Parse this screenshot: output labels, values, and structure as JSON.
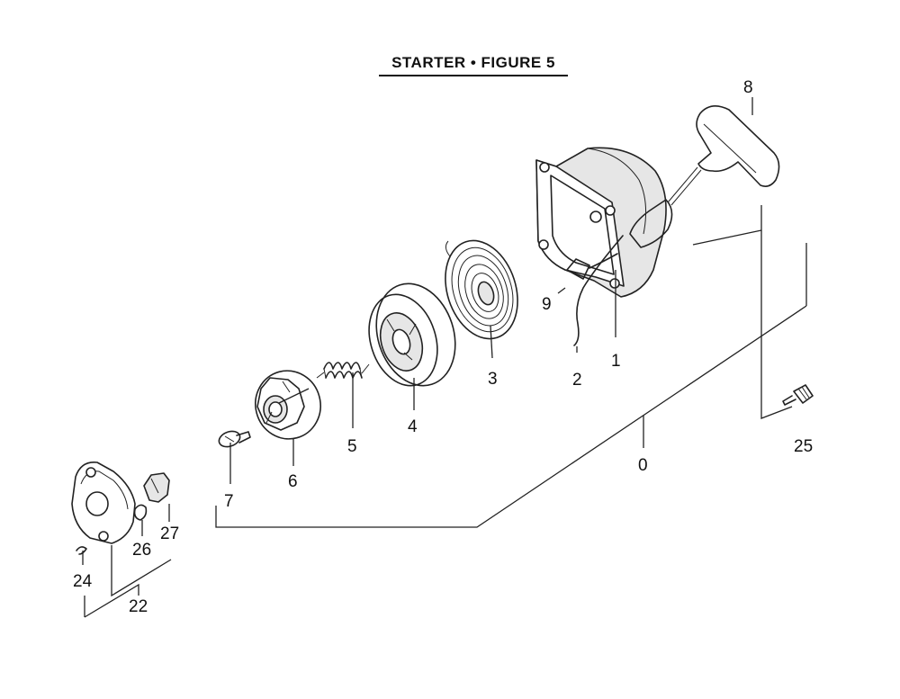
{
  "figure": {
    "title": "STARTER  •  FIGURE 5"
  },
  "callouts": [
    "0",
    "1",
    "2",
    "3",
    "4",
    "5",
    "6",
    "7",
    "8",
    "9",
    "22",
    "24",
    "25",
    "26",
    "27"
  ],
  "colors": {
    "ink": "#222222",
    "paper": "#ffffff"
  }
}
